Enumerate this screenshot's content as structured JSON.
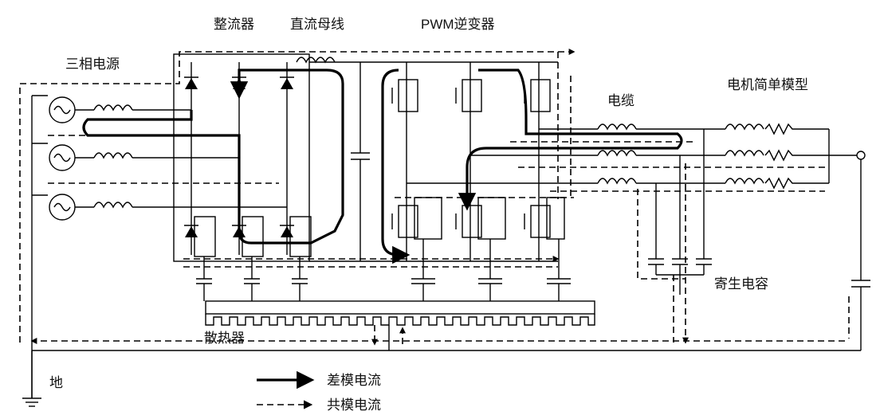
{
  "labels": {
    "three_phase_source": "三相电源",
    "rectifier": "整流器",
    "dc_bus": "直流母线",
    "pwm_inverter": "PWM逆变器",
    "cable": "电缆",
    "motor_model": "电机简单模型",
    "parasitic_capacitance": "寄生电容",
    "heatsink": "散热器",
    "ground": "地"
  },
  "legend": {
    "differential_mode": "差模电流",
    "common_mode": "共模电流"
  }
}
